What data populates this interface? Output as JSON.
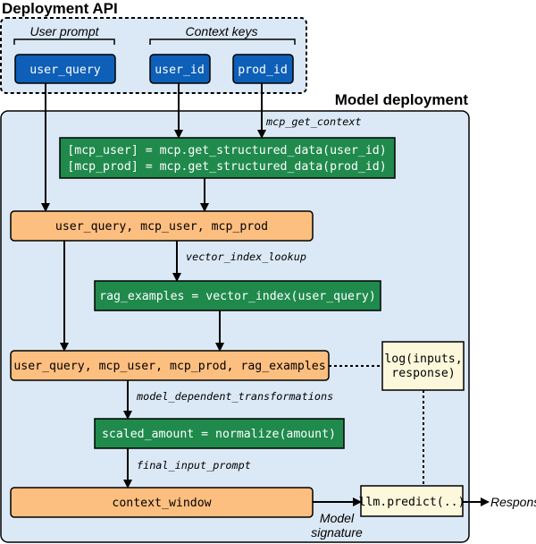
{
  "colors": {
    "deploy_api_bg": "#dbe8f5",
    "model_deploy_bg": "#dbe8f5",
    "blue_box": "#0d5fb8",
    "green_box": "#1f8a4c",
    "orange_box": "#fdbf80",
    "log_box": "#fdf8dc"
  },
  "deployment_api": {
    "title": "Deployment API",
    "user_prompt_label": "User prompt",
    "context_keys_label": "Context keys",
    "user_query": "user_query",
    "user_id": "user_id",
    "prod_id": "prod_id"
  },
  "model_deployment": {
    "title": "Model deployment",
    "mcp_get_context": "mcp_get_context",
    "mcp_line1": "[mcp_user] = mcp.get_structured_data(user_id)",
    "mcp_line2": "[mcp_prod] = mcp.get_structured_data(prod_id)",
    "combined1": "user_query, mcp_user, mcp_prod",
    "vector_index_lookup": "vector_index_lookup",
    "rag_examples": "rag_examples = vector_index(user_query)",
    "combined2": "user_query, mcp_user, mcp_prod, rag_examples",
    "log_line1": "log(inputs,",
    "log_line2": "response)",
    "model_dependent_transformations": "model_dependent_transformations",
    "scaled_amount": "scaled_amount = normalize(amount)",
    "final_input_prompt": "final_input_prompt",
    "context_window": "context_window",
    "llm_predict": "llm.predict(..)",
    "model_signature_line1": "Model",
    "model_signature_line2": "signature",
    "response": "Response"
  }
}
